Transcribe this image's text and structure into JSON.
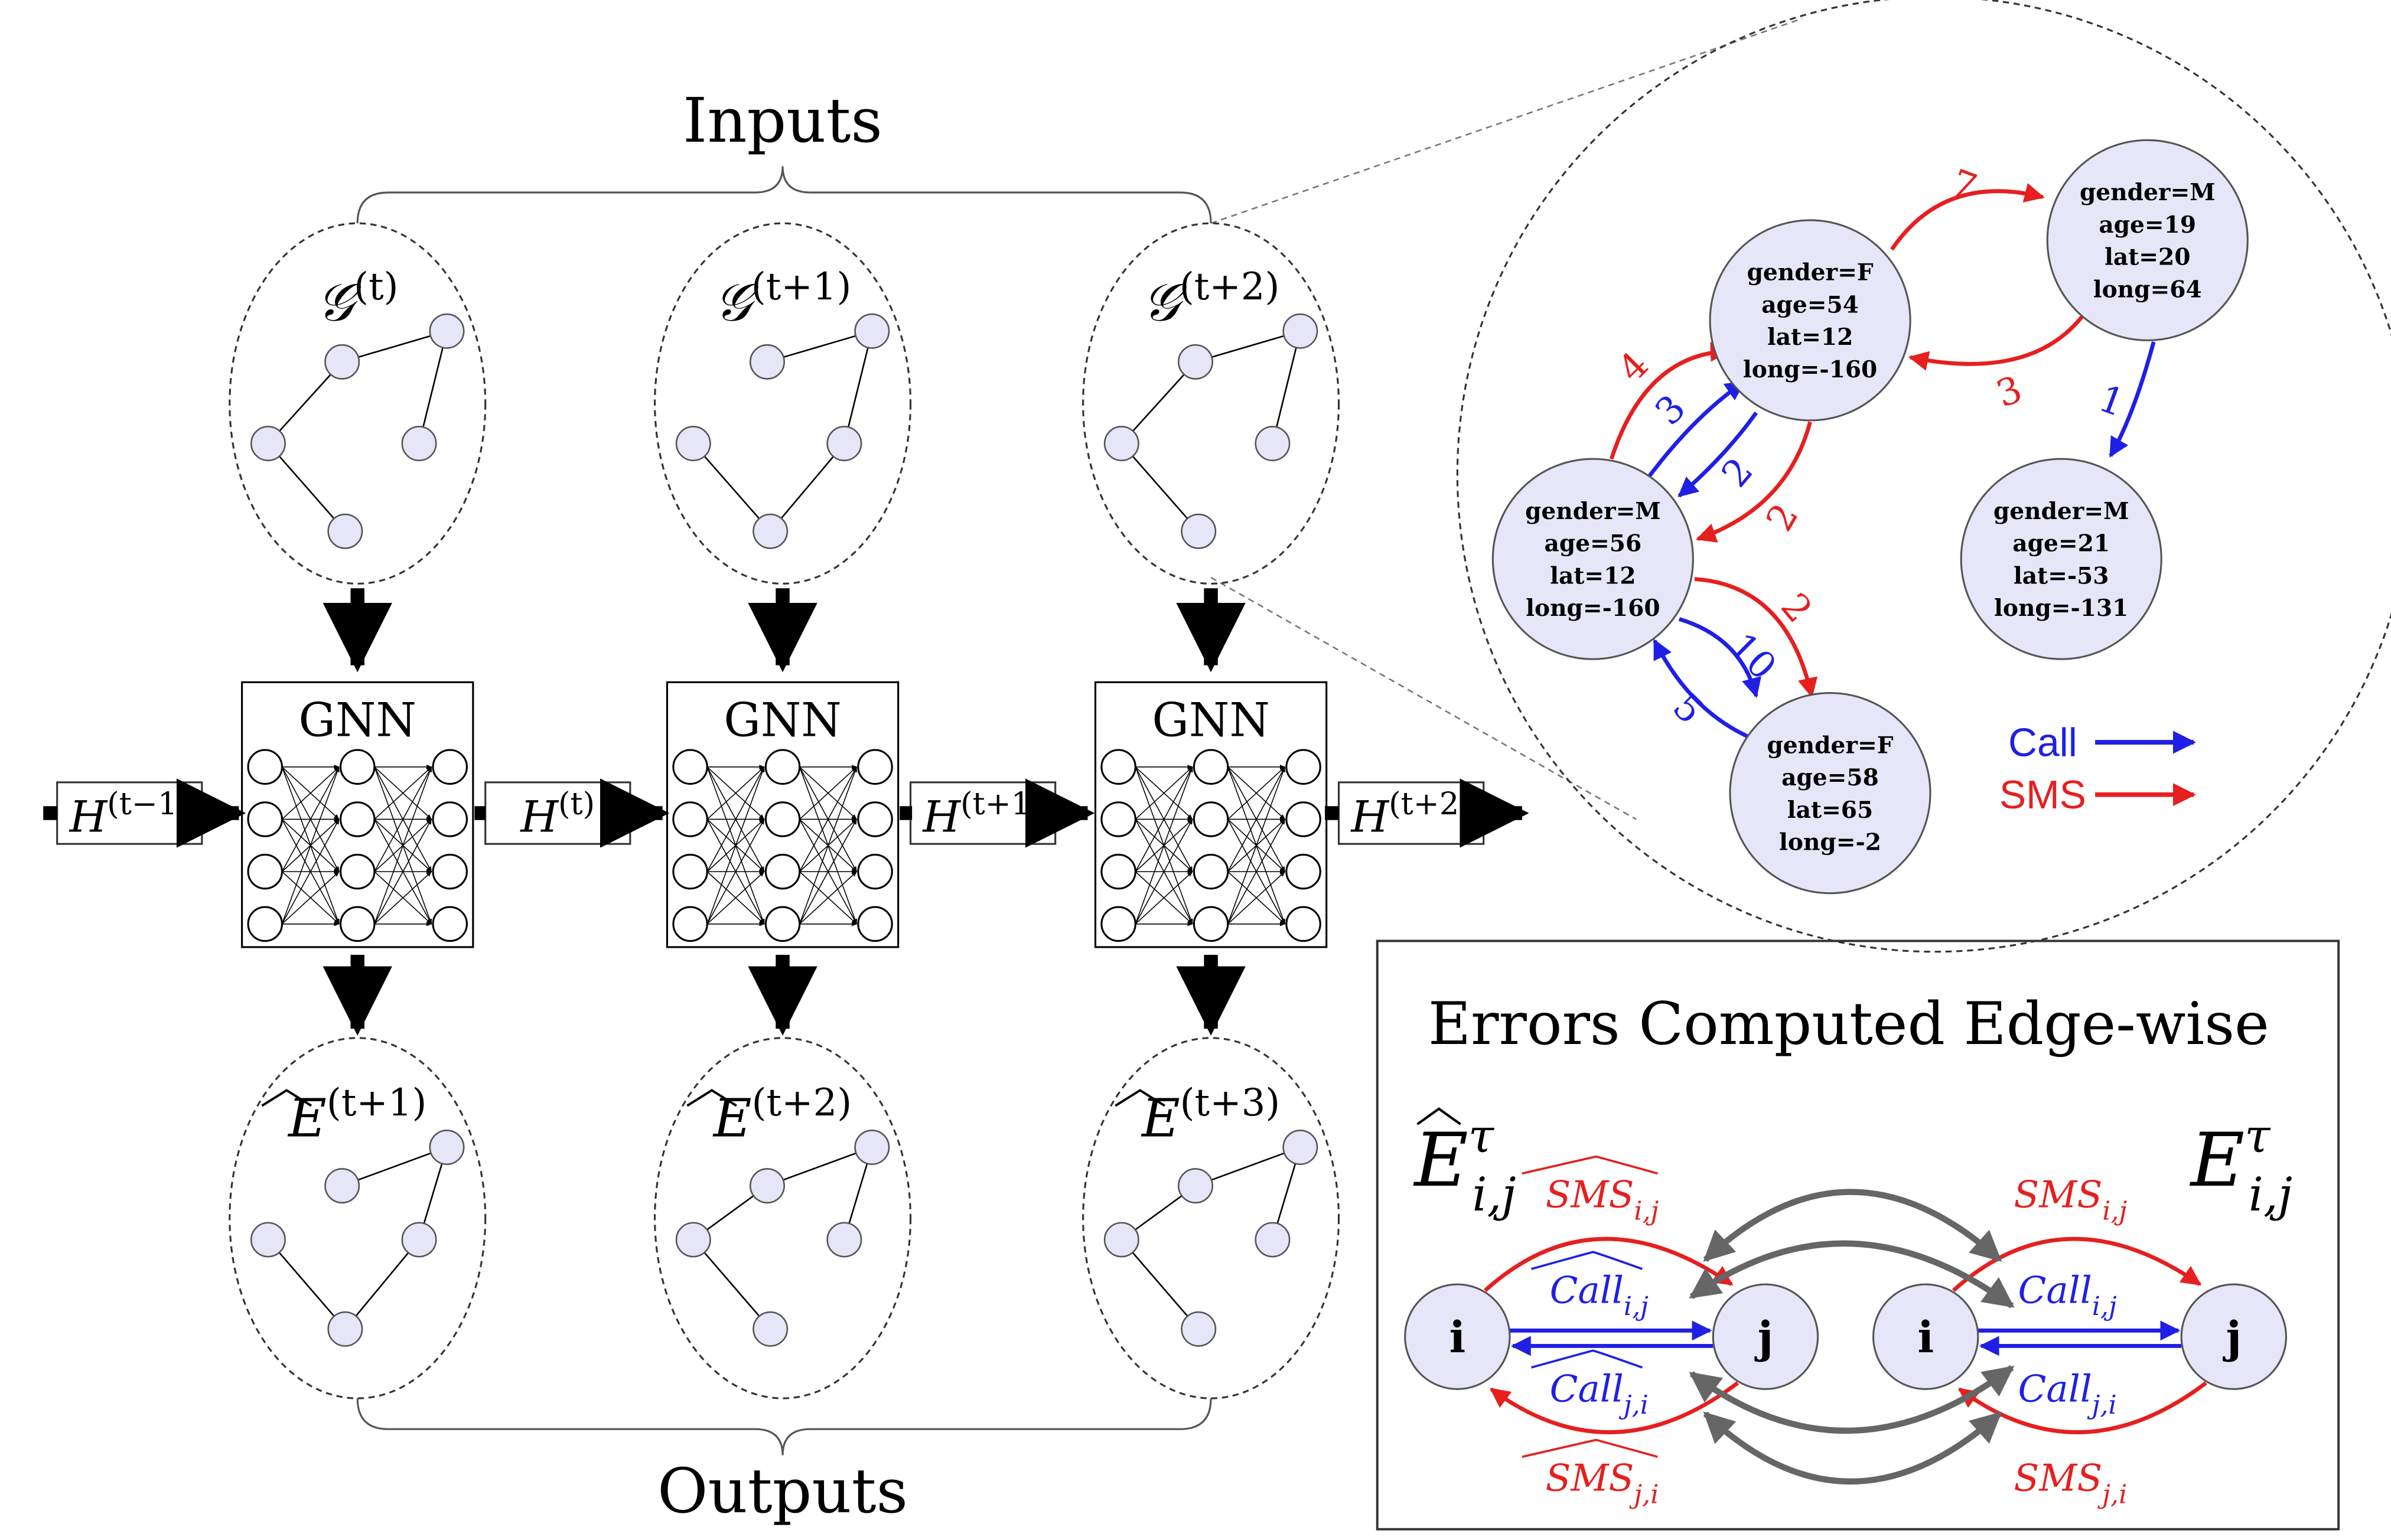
{
  "section_labels": {
    "inputs": "Inputs",
    "outputs": "Outputs"
  },
  "timesteps": [
    {
      "input_base": "𝒢",
      "input_sup": "(t)",
      "gnn_label": "GNN",
      "output_base": "E",
      "output_sup": "(t+1)"
    },
    {
      "input_base": "𝒢",
      "input_sup": "(t+1)",
      "gnn_label": "GNN",
      "output_base": "E",
      "output_sup": "(t+2)"
    },
    {
      "input_base": "𝒢",
      "input_sup": "(t+2)",
      "gnn_label": "GNN",
      "output_base": "E",
      "output_sup": "(t+3)"
    }
  ],
  "hidden_states": [
    {
      "base": "H",
      "sup": "(t−1)"
    },
    {
      "base": "H",
      "sup": "(t)"
    },
    {
      "base": "H",
      "sup": "(t+1)"
    },
    {
      "base": "H",
      "sup": "(t+2)"
    }
  ],
  "zoom_graph": {
    "nodes": [
      {
        "id": "top_right",
        "lines": [
          "gender=M",
          "age=19",
          "lat=20",
          "long=64"
        ]
      },
      {
        "id": "center",
        "lines": [
          "gender=F",
          "age=54",
          "lat=12",
          "long=-160"
        ]
      },
      {
        "id": "left",
        "lines": [
          "gender=M",
          "age=56",
          "lat=12",
          "long=-160"
        ]
      },
      {
        "id": "bottom_right",
        "lines": [
          "gender=M",
          "age=21",
          "lat=-53",
          "long=-131"
        ]
      },
      {
        "id": "bottom",
        "lines": [
          "gender=F",
          "age=58",
          "lat=65",
          "long=-2"
        ]
      }
    ],
    "edge_labels": {
      "sms_center_topright": "7",
      "sms_topright_center": "3",
      "call_topright_bottomright": "1",
      "sms_left_center": "4",
      "call_left_center": "3",
      "call_center_left": "2",
      "sms_center_left": "2",
      "sms_left_bottom": "2",
      "call_left_bottom": "10",
      "call_bottom_left": "5"
    },
    "legend": {
      "call": "Call",
      "sms": "SMS"
    },
    "colors": {
      "call": "#1f1fe6",
      "sms": "#e61f1f",
      "node_fill": "#e6e6f8"
    }
  },
  "errors_box": {
    "title": "Errors Computed Edge-wise",
    "pred_symbol": {
      "base": "E",
      "sup": "τ",
      "sub": "i,j"
    },
    "true_symbol": {
      "base": "E",
      "sup": "τ",
      "sub": "i,j"
    },
    "pred_pair": {
      "node_i": "i",
      "node_j": "j",
      "sms_ij": {
        "base": "SMS",
        "sub": "i,j"
      },
      "call_ij": {
        "base": "Call",
        "sub": "i,j"
      },
      "call_ji": {
        "base": "Call",
        "sub": "j,i"
      },
      "sms_ji": {
        "base": "SMS",
        "sub": "j,i"
      }
    },
    "true_pair": {
      "node_i": "i",
      "node_j": "j",
      "sms_ij": {
        "base": "SMS",
        "sub": "i,j"
      },
      "call_ij": {
        "base": "Call",
        "sub": "i,j"
      },
      "call_ji": {
        "base": "Call",
        "sub": "j,i"
      },
      "sms_ji": {
        "base": "SMS",
        "sub": "j,i"
      }
    }
  }
}
